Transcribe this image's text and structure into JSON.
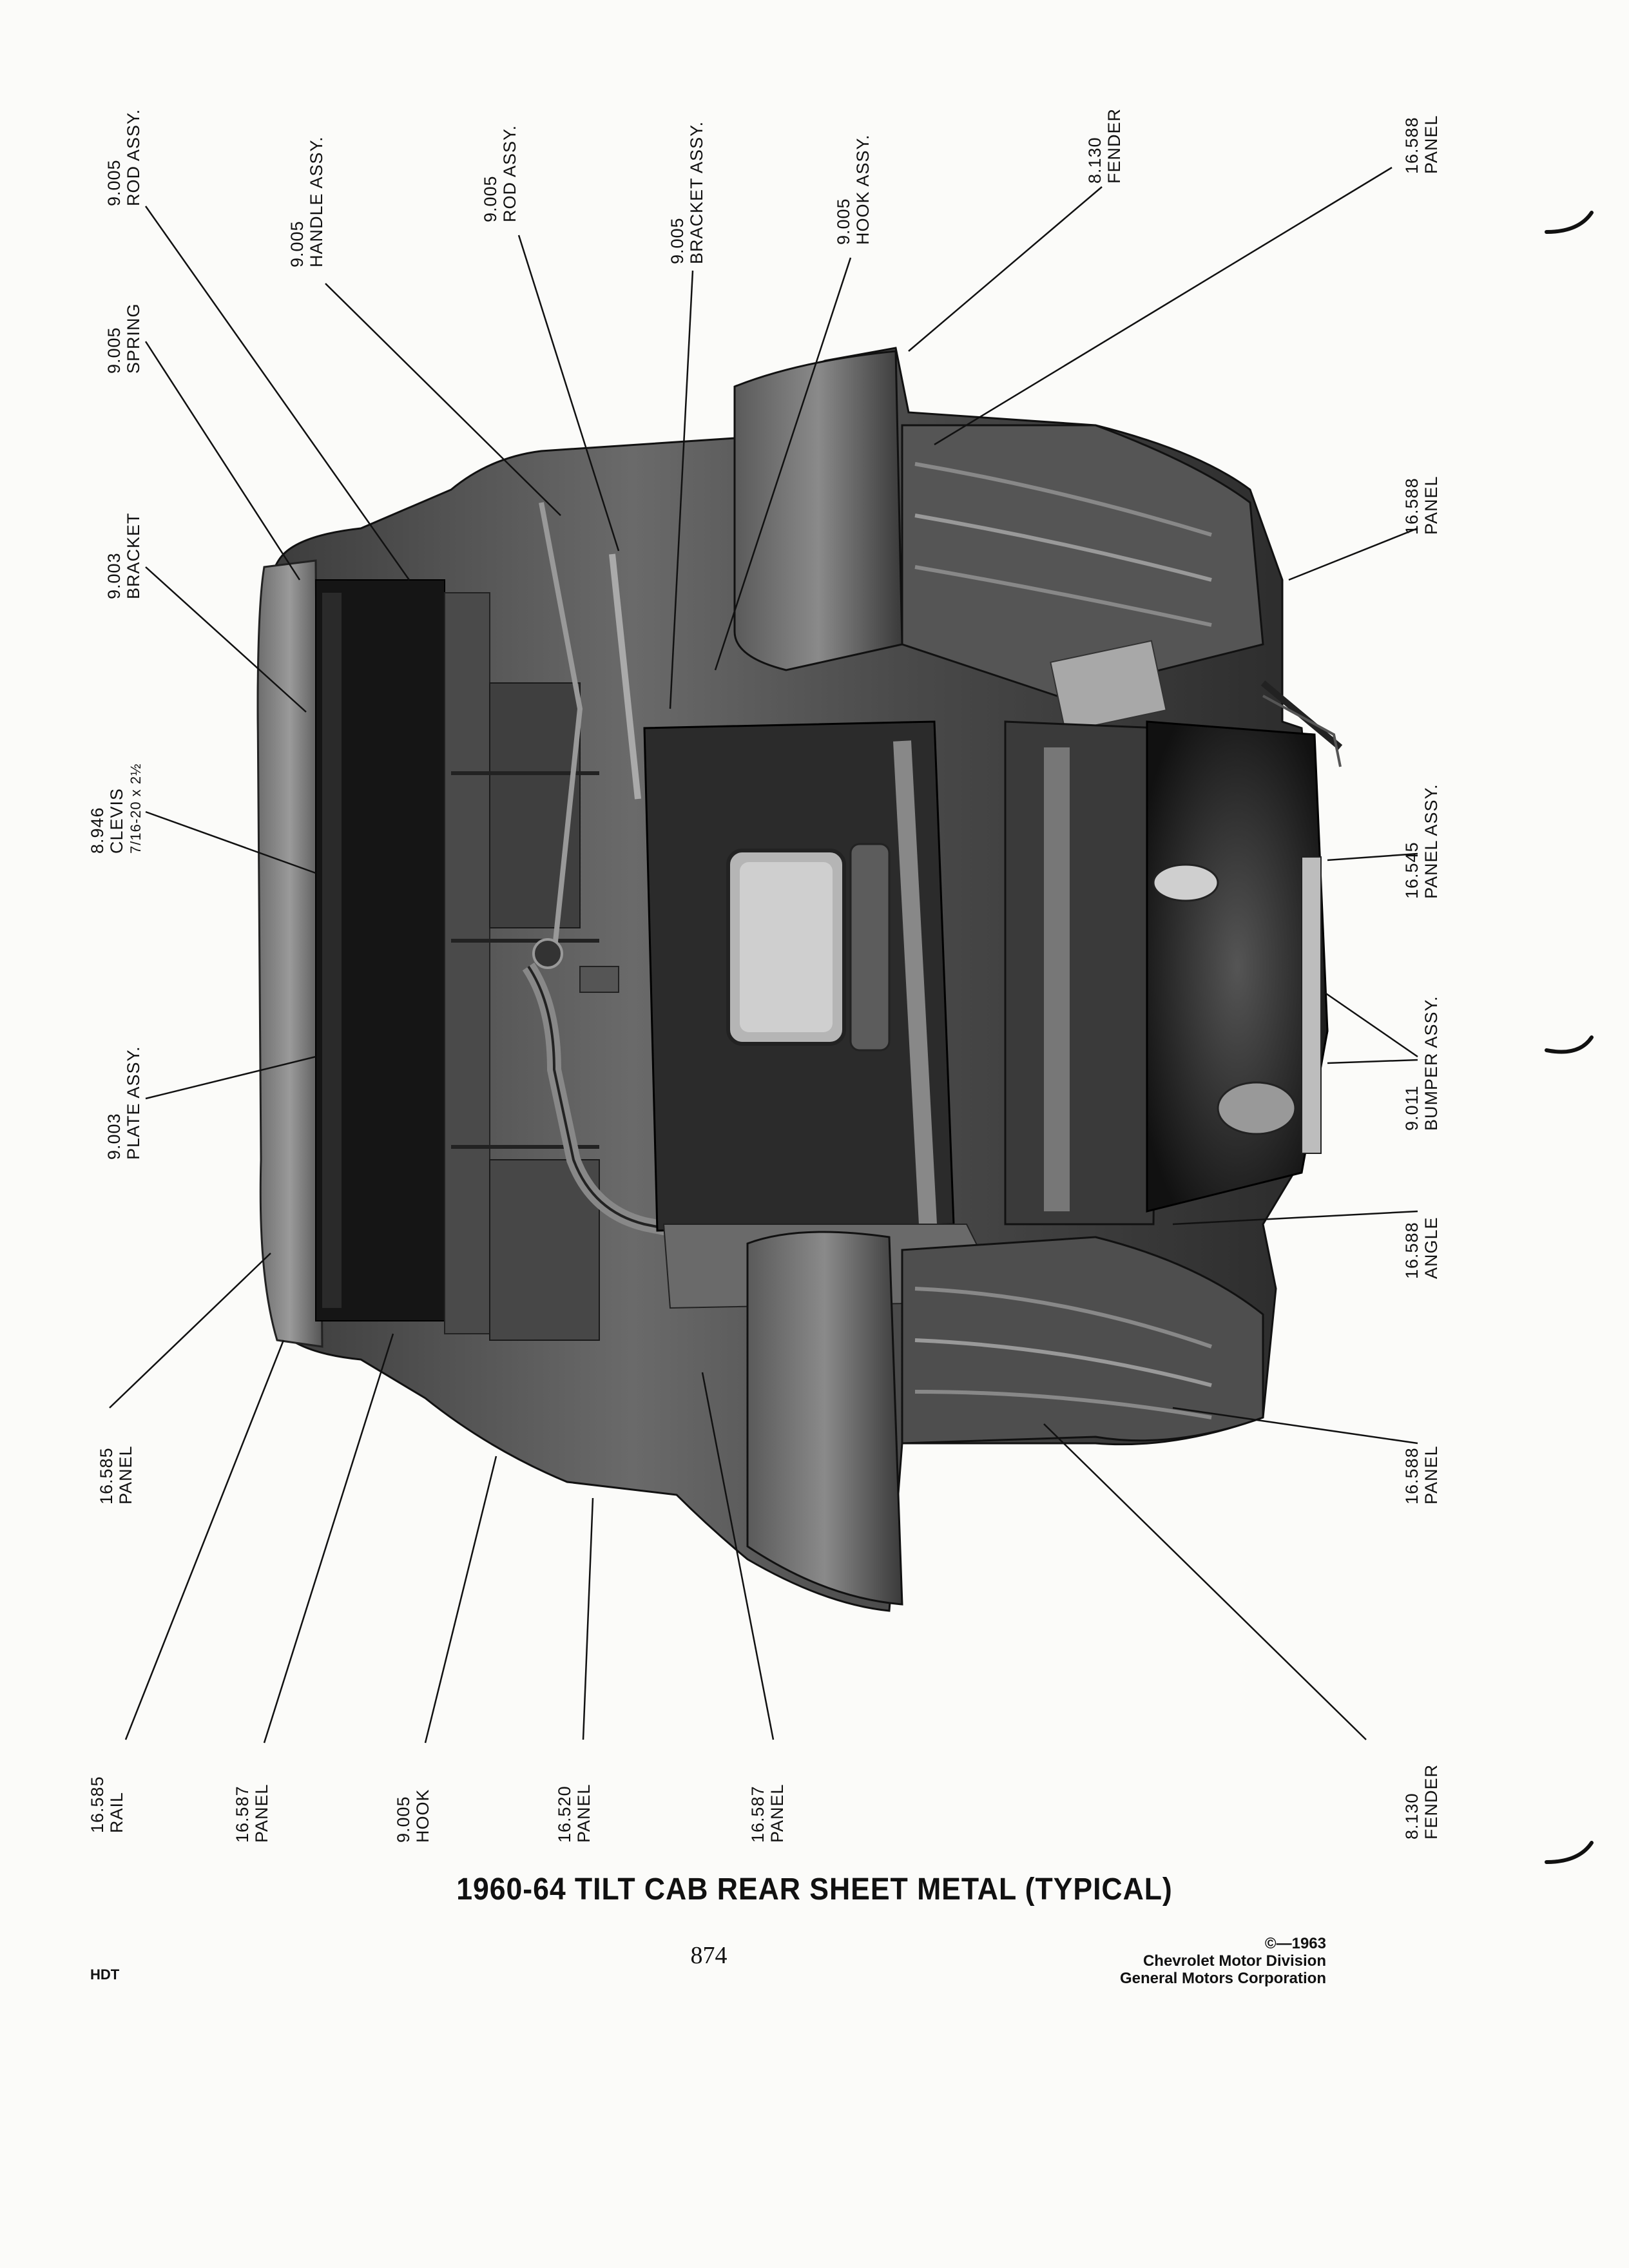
{
  "figure": {
    "caption": "1960-64 TILT CAB REAR SHEET METAL (TYPICAL)",
    "callouts": [
      {
        "code": "9.005",
        "name": "ROD ASSY."
      },
      {
        "code": "9.005",
        "name": "HANDLE ASSY."
      },
      {
        "code": "9.005",
        "name": "ROD ASSY."
      },
      {
        "code": "9.005",
        "name": "BRACKET ASSY."
      },
      {
        "code": "9.005",
        "name": "HOOK ASSY."
      },
      {
        "code": "8.130",
        "name": "FENDER"
      },
      {
        "code": "16.588",
        "name": "PANEL"
      },
      {
        "code": "9.005",
        "name": "SPRING"
      },
      {
        "code": "9.003",
        "name": "BRACKET"
      },
      {
        "code": "8.946",
        "name": "CLEVIS",
        "extra": "7/16-20 x 2½"
      },
      {
        "code": "9.003",
        "name": "PLATE ASSY."
      },
      {
        "code": "16.585",
        "name": "PANEL"
      },
      {
        "code": "16.588",
        "name": "PANEL"
      },
      {
        "code": "16.545",
        "name": "PANEL ASSY."
      },
      {
        "code": "9.011",
        "name": "BUMPER ASSY."
      },
      {
        "code": "16.588",
        "name": "ANGLE"
      },
      {
        "code": "16.588",
        "name": "PANEL"
      },
      {
        "code": "16.585",
        "name": "RAIL"
      },
      {
        "code": "16.587",
        "name": "PANEL"
      },
      {
        "code": "9.005",
        "name": "HOOK"
      },
      {
        "code": "16.520",
        "name": "PANEL"
      },
      {
        "code": "16.587",
        "name": "PANEL"
      },
      {
        "code": "8.130",
        "name": "FENDER"
      }
    ]
  },
  "footer": {
    "page_number": "874",
    "copyright_line1": "©—1963",
    "copyright_line2": "Chevrolet Motor Division",
    "copyright_line3": "General Motors Corporation",
    "section_code": "HDT"
  }
}
